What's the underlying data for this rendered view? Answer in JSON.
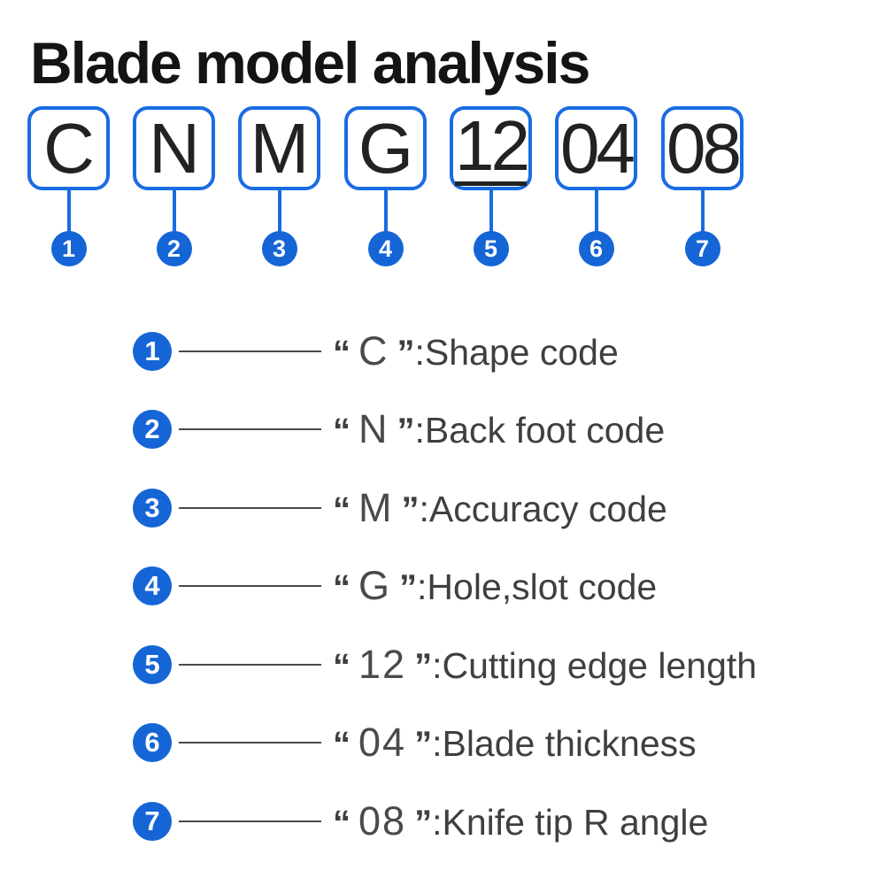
{
  "title": "Blade model analysis",
  "punctuation": {
    "open_quote": "“",
    "close_quote": "”",
    "colon": ":"
  },
  "model_code_parts": [
    {
      "index": "1",
      "code": "C"
    },
    {
      "index": "2",
      "code": "N"
    },
    {
      "index": "3",
      "code": "M"
    },
    {
      "index": "4",
      "code": "G"
    },
    {
      "index": "5",
      "code": "12"
    },
    {
      "index": "6",
      "code": "04"
    },
    {
      "index": "7",
      "code": "08"
    }
  ],
  "legend": [
    {
      "index": "1",
      "code": "C",
      "description": "Shape code"
    },
    {
      "index": "2",
      "code": "N",
      "description": "Back foot code"
    },
    {
      "index": "3",
      "code": "M",
      "description": "Accuracy code"
    },
    {
      "index": "4",
      "code": "G",
      "description": "Hole,slot code"
    },
    {
      "index": "5",
      "code": "12",
      "description": "Cutting edge length"
    },
    {
      "index": "6",
      "code": "04",
      "description": "Blade thickness"
    },
    {
      "index": "7",
      "code": "08",
      "description": "Knife tip R angle"
    }
  ],
  "colors": {
    "accent_blue": "#1a6ce2",
    "circle_blue": "#1565d6",
    "title_text": "#141414",
    "code_text": "#222222",
    "legend_text": "#3f3f3f",
    "line_gray": "#4a4a4a"
  }
}
